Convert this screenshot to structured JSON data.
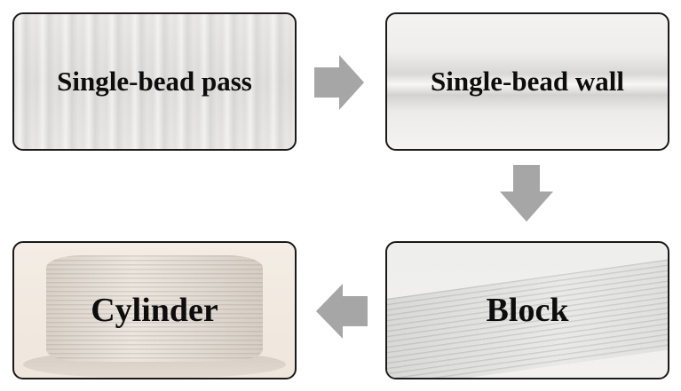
{
  "steps": [
    {
      "id": "pass",
      "label": "Single-bead pass"
    },
    {
      "id": "wall",
      "label": "Single-bead wall"
    },
    {
      "id": "block",
      "label": "Block"
    },
    {
      "id": "cylinder",
      "label": "Cylinder"
    }
  ],
  "arrow_color": "#a6a6a6"
}
